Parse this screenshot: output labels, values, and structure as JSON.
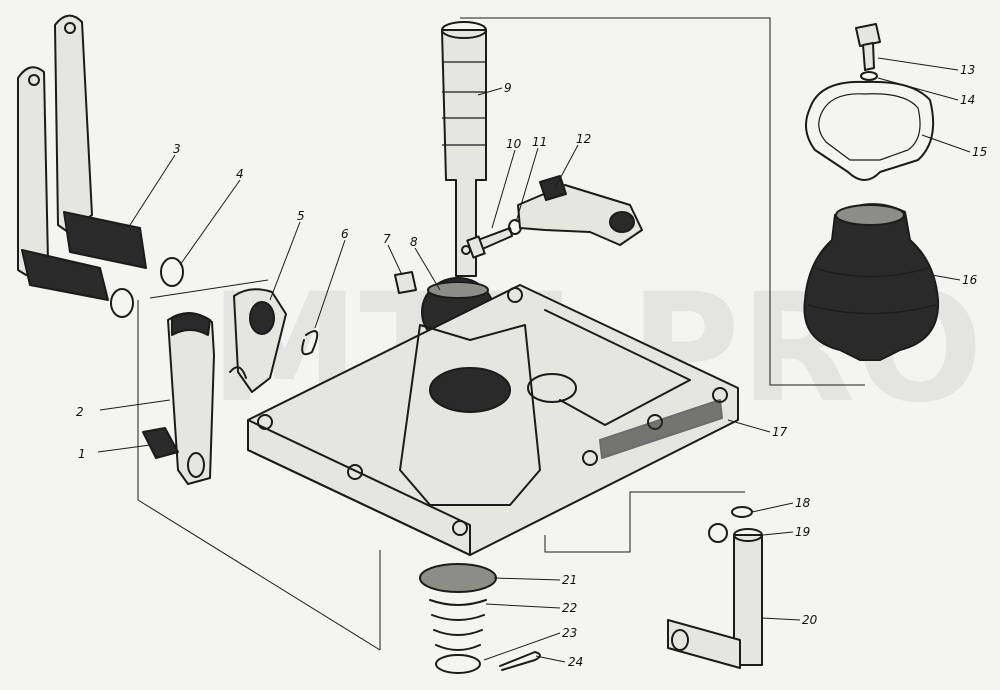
{
  "watermark": "MTZ-PRO",
  "callouts": [
    "1",
    "2",
    "3",
    "4",
    "5",
    "6",
    "7",
    "8",
    "9",
    "10",
    "11",
    "12",
    "13",
    "14",
    "15",
    "16",
    "17",
    "18",
    "19",
    "20",
    "21",
    "22",
    "23",
    "24"
  ]
}
